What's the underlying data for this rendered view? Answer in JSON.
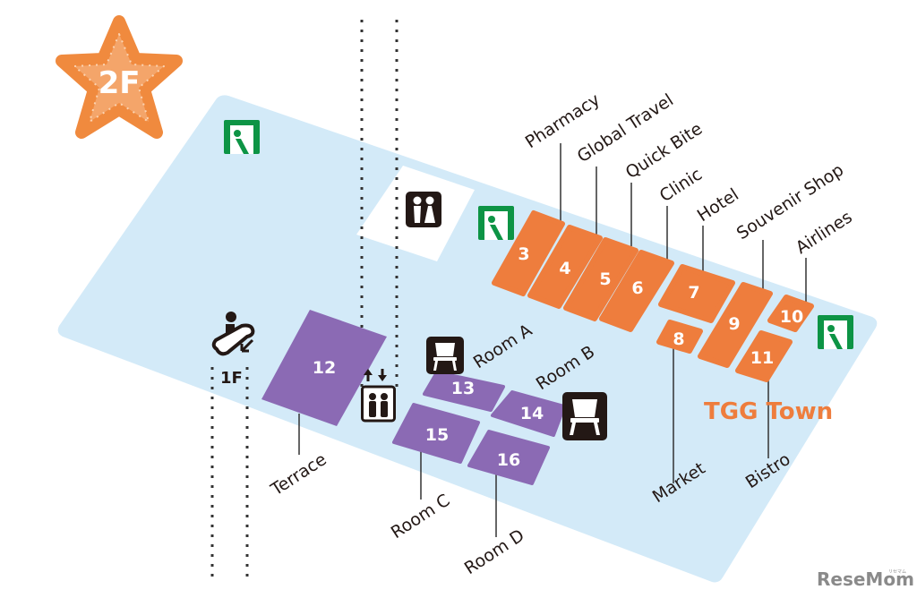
{
  "floor": {
    "label": "2F"
  },
  "area": {
    "name": "TGG Town"
  },
  "escalator": {
    "label": "1F"
  },
  "colors": {
    "floor_plan": "#d3eaf8",
    "shop_unit": "#ee7d3d",
    "room_unit": "#8b6ab4",
    "badge": "#f08a3e",
    "exit_sign": "#0d9445",
    "pictogram": "#231815"
  },
  "shops": [
    {
      "number": "3",
      "name": "Pharmacy"
    },
    {
      "number": "4",
      "name": "Global Travel"
    },
    {
      "number": "5",
      "name": "Quick Bite"
    },
    {
      "number": "6",
      "name": "Clinic"
    },
    {
      "number": "7",
      "name": "Hotel"
    },
    {
      "number": "8",
      "name": "Market"
    },
    {
      "number": "9",
      "name": "Souvenir Shop"
    },
    {
      "number": "10",
      "name": "Airlines"
    },
    {
      "number": "11",
      "name": "Bistro"
    }
  ],
  "rooms": [
    {
      "number": "12",
      "name": "Terrace"
    },
    {
      "number": "13",
      "name": "Room A"
    },
    {
      "number": "14",
      "name": "Room B"
    },
    {
      "number": "15",
      "name": "Room C"
    },
    {
      "number": "16",
      "name": "Room D"
    }
  ],
  "icons": {
    "emergency_exit": "emergency-exit-icon",
    "restroom": "restroom-icon",
    "elevator": "elevator-icon",
    "escalator": "escalator-down-icon",
    "seating": "chair-icon"
  },
  "watermark": {
    "text": "ReseMom",
    "small": "リセマム"
  }
}
